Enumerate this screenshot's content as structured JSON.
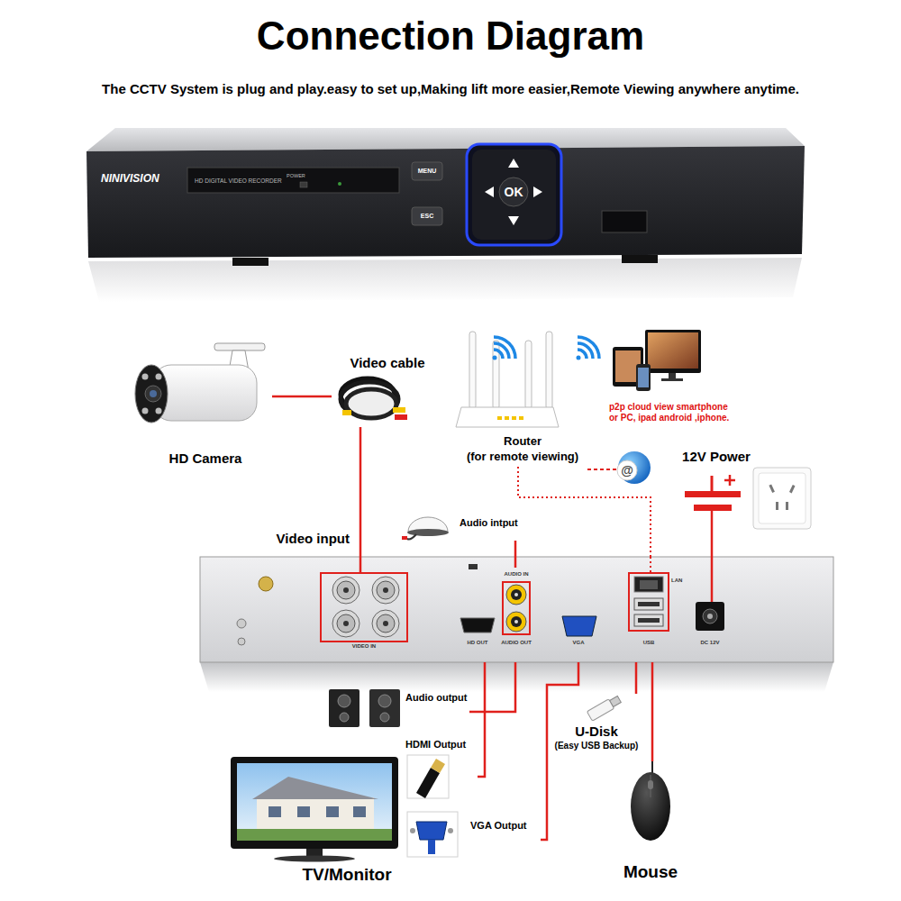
{
  "diagram": {
    "title": "Connection Diagram",
    "nodes": [
      {
        "text": [
          "NINIVISION",
          "HD DIGITAL VIDEO RECORDER",
          "POWER",
          "MENU",
          "ESC",
          "OK"
        ]
      },
      {
        "text": [
          "HD Camera"
        ]
      },
      {
        "text": [
          "Video cable"
        ]
      },
      {
        "text": [
          "Router",
          "(for remote viewing)"
        ]
      },
      {
        "text": [
          "p2p cloud view smartphone or PC, ipad android ,iphone."
        ]
      },
      {
        "text": [
          "12V Power"
        ]
      },
      {
        "text": [
          "Audio intput"
        ]
      },
      {
        "text": [
          "VIDEO IN",
          "AUDIO IN",
          "AUDIO OUT",
          "HD OUT",
          "VGA",
          "LAN",
          "USB",
          "DC 12V"
        ]
      },
      {
        "text": [
          "Audio output"
        ]
      },
      {
        "text": [
          "HDMI Output"
        ]
      },
      {
        "text": [
          "U-Disk",
          "(Easy USB Backup)"
        ]
      },
      {
        "text": [
          "TV/Monitor"
        ]
      },
      {
        "text": [
          "VGA Output"
        ]
      },
      {
        "text": [
          "Mouse"
        ]
      }
    ],
    "edges": [
      {
        "from": 1,
        "to": 2,
        "arrow": "none"
      },
      {
        "from": 2,
        "to": 7,
        "label": "Video input",
        "arrow": "none"
      },
      {
        "from": 3,
        "to": 7,
        "arrow": "none"
      },
      {
        "from": 5,
        "to": 7,
        "arrow": "none"
      },
      {
        "from": 6,
        "to": 7,
        "arrow": "none"
      },
      {
        "from": 7,
        "to": 8,
        "arrow": "none"
      },
      {
        "from": 7,
        "to": 9,
        "arrow": "none"
      },
      {
        "from": 7,
        "to": 12,
        "arrow": "none"
      },
      {
        "from": 7,
        "to": 10,
        "arrow": "none"
      },
      {
        "from": 7,
        "to": 13,
        "arrow": "none"
      }
    ],
    "labels": [
      "The CCTV System is plug and play.easy to set up,Making lift more easier,Remote Viewing anywhere anytime.",
      "@"
    ]
  }
}
